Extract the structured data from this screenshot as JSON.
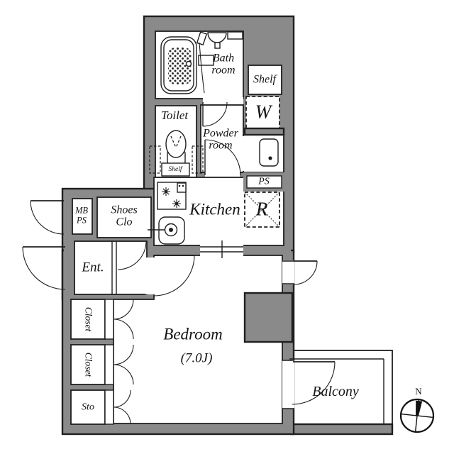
{
  "rooms": {
    "bath": {
      "line1": "Bath",
      "line2": "room"
    },
    "shelf_upper": {
      "label": "Shelf"
    },
    "washer": {
      "label": "W"
    },
    "toilet": {
      "label": "Toilet",
      "shelf_label": "Shelf"
    },
    "powder": {
      "line1": "Powder",
      "line2": "room"
    },
    "pipe_shaft": {
      "label": "PS"
    },
    "refrigerator_space": {
      "label": "R"
    },
    "kitchen": {
      "label": "Kitchen"
    },
    "meter_box": {
      "line1": "MB",
      "line2": "PS"
    },
    "shoes_closet": {
      "line1": "Shoes",
      "line2": "Clo"
    },
    "entrance": {
      "label": "Ent."
    },
    "closet_upper": {
      "label": "Closet"
    },
    "closet_lower": {
      "label": "Closet"
    },
    "storage": {
      "label": "Sto"
    },
    "bedroom": {
      "label": "Bedroom",
      "size": "(7.0J)"
    },
    "balcony": {
      "label": "Balcony"
    }
  },
  "compass": {
    "north_label": "N"
  },
  "colors": {
    "wall_gray": "#8a8a8a",
    "line_black": "#1f1f1f",
    "floor_white": "#ffffff"
  }
}
